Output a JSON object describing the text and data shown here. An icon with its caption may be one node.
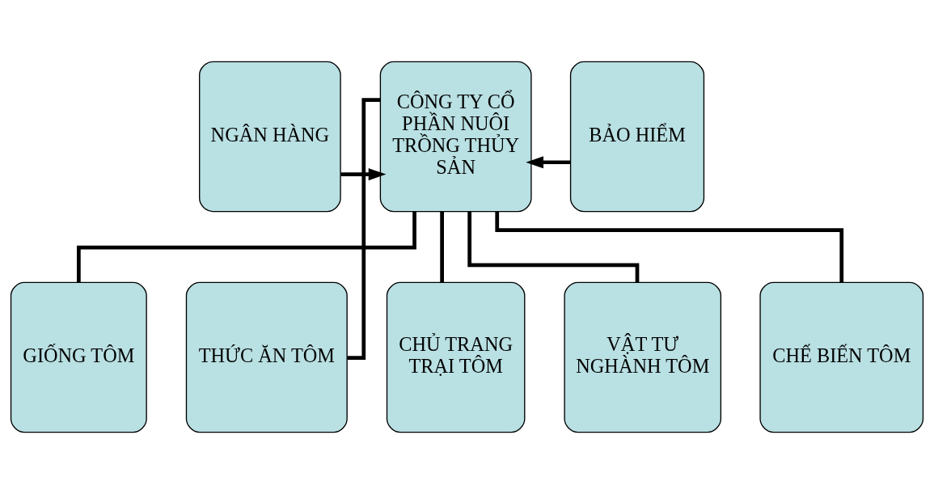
{
  "diagram": {
    "nodes": [
      {
        "text": [
          "NGÂN HÀNG"
        ]
      },
      {
        "text": [
          "CÔNG TY CỔ PHẦN NUÔI TRỒNG THỦY SẢN"
        ]
      },
      {
        "text": [
          "BẢO HIỂM"
        ]
      },
      {
        "text": [
          "GIỐNG TÔM"
        ]
      },
      {
        "text": [
          "THỨC ĂN TÔM"
        ]
      },
      {
        "text": [
          "CHỦ TRANG TRẠI TÔM"
        ]
      },
      {
        "text": [
          "VẬT TƯ NGHÀNH TÔM"
        ]
      },
      {
        "text": [
          "CHẾ BIẾN TÔM"
        ]
      }
    ],
    "edges": [
      {
        "from": 0,
        "to": 1,
        "arrow": "to"
      },
      {
        "from": 2,
        "to": 1,
        "arrow": "to"
      },
      {
        "from": 1,
        "to": 3,
        "arrow": "none"
      },
      {
        "from": 1,
        "to": 4,
        "arrow": "none"
      },
      {
        "from": 1,
        "to": 5,
        "arrow": "none"
      },
      {
        "from": 1,
        "to": 6,
        "arrow": "none"
      },
      {
        "from": 1,
        "to": 7,
        "arrow": "none"
      }
    ]
  }
}
